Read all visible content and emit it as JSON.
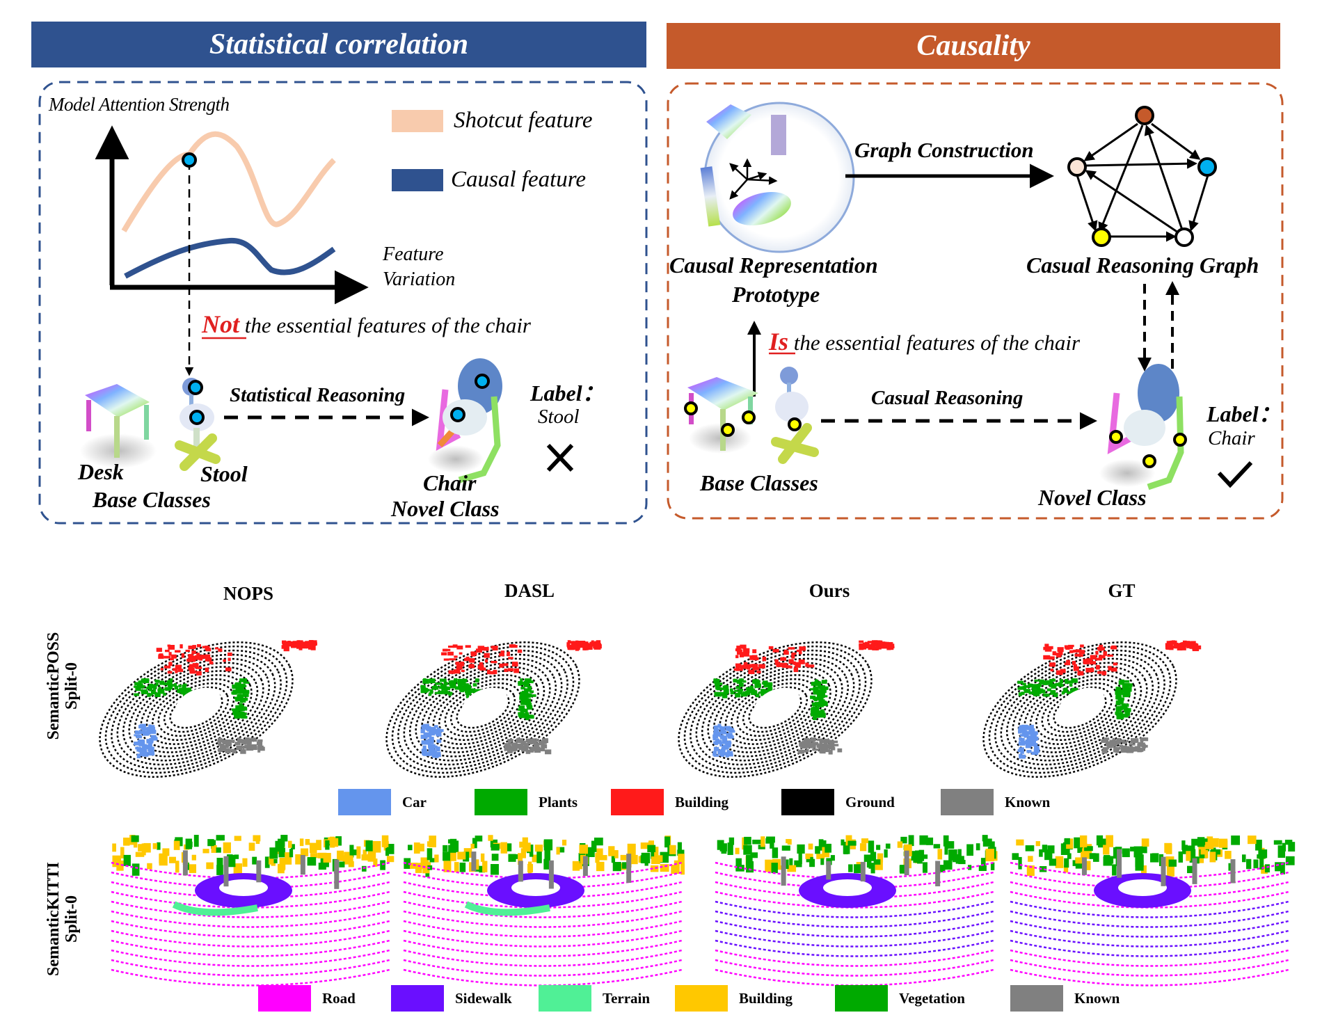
{
  "top": {
    "left_panel": {
      "header": "Statistical correlation",
      "header_color": "#2F528F",
      "border_color": "#2F528F",
      "chart": {
        "y_axis_label": "Model Attention Strength",
        "x_axis_label_line1": "Feature",
        "x_axis_label_line2": "Variation",
        "legend": [
          {
            "label": "Shotcut feature",
            "color": "#F8CBAD"
          },
          {
            "label": "Causal feature",
            "color": "#2F528F"
          }
        ]
      },
      "note_emph": "Not",
      "note_rest": "the essential features of the chair",
      "objects": {
        "desk": "Desk",
        "stool": "Stool",
        "base_classes": "Base Classes",
        "chair": "Chair",
        "novel_class": "Novel Class"
      },
      "arrow_label": "Statistical Reasoning",
      "label_title": "Label：",
      "label_value": "Stool",
      "result_icon": "cross-icon"
    },
    "right_panel": {
      "header": "Causality",
      "header_color": "#C55A2B",
      "border_color": "#C55A2B",
      "prototype_line1": "Causal Representation",
      "prototype_line2": "Prototype",
      "graph_arrow_label": "Graph Construction",
      "graph_label": "Casual Reasoning Graph",
      "graph_node_colors": [
        "#C55A2B",
        "#FBE5D6",
        "#00B0F0",
        "#FFFF00",
        "#FFFFFF"
      ],
      "note_emph": "Is",
      "note_rest": "the essential features of the chair",
      "arrow_label": "Casual Reasoning",
      "base_classes": "Base Classes",
      "novel_class": "Novel Class",
      "label_title": "Label：",
      "label_value": "Chair",
      "result_icon": "check-icon"
    }
  },
  "bottom": {
    "columns": [
      "NOPS",
      "DASL",
      "Ours",
      "GT"
    ],
    "rows": [
      {
        "dataset": "SemanticPOSS",
        "split": "Split-0",
        "legend": [
          {
            "label": "Car",
            "color": "#6495ED"
          },
          {
            "label": "Plants",
            "color": "#00AA00"
          },
          {
            "label": "Building",
            "color": "#FF1A1A"
          },
          {
            "label": "Ground",
            "color": "#000000"
          },
          {
            "label": "Known",
            "color": "#808080"
          }
        ]
      },
      {
        "dataset": "SemanticKITTI",
        "split": "Split-0",
        "legend": [
          {
            "label": "Road",
            "color": "#FF00FF"
          },
          {
            "label": "Sidewalk",
            "color": "#6A0FFF"
          },
          {
            "label": "Terrain",
            "color": "#50F096"
          },
          {
            "label": "Building",
            "color": "#FFC800"
          },
          {
            "label": "Vegetation",
            "color": "#00AA00"
          },
          {
            "label": "Known",
            "color": "#808080"
          }
        ]
      }
    ]
  }
}
